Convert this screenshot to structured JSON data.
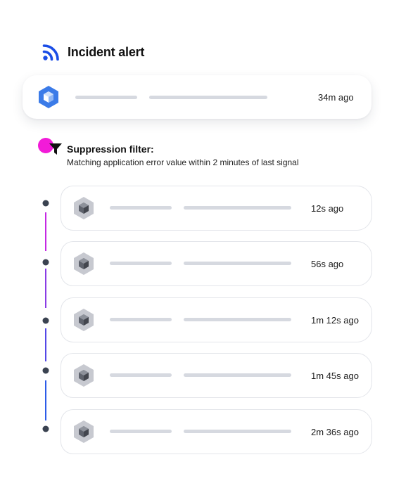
{
  "header": {
    "title": "Incident alert",
    "icon": "rss-feed-icon",
    "icon_color": "#1a4de6"
  },
  "alert": {
    "time": "34m ago",
    "hex_color": "#3b7be8"
  },
  "filter": {
    "title": "Suppression filter:",
    "description": "Matching application error value within 2 minutes of last signal",
    "dot_color": "#f21bd8"
  },
  "events": [
    {
      "time": "12s ago"
    },
    {
      "time": "56s ago"
    },
    {
      "time": "1m 12s ago"
    },
    {
      "time": "1m 45s ago"
    },
    {
      "time": "2m 36s ago"
    }
  ],
  "colors": {
    "timeline_top": "#e51ee0",
    "timeline_bottom": "#2c5ce8",
    "node": "#3a4250",
    "placeholder_bar": "#d6d9e0",
    "event_hex": "#c7c9d0"
  }
}
